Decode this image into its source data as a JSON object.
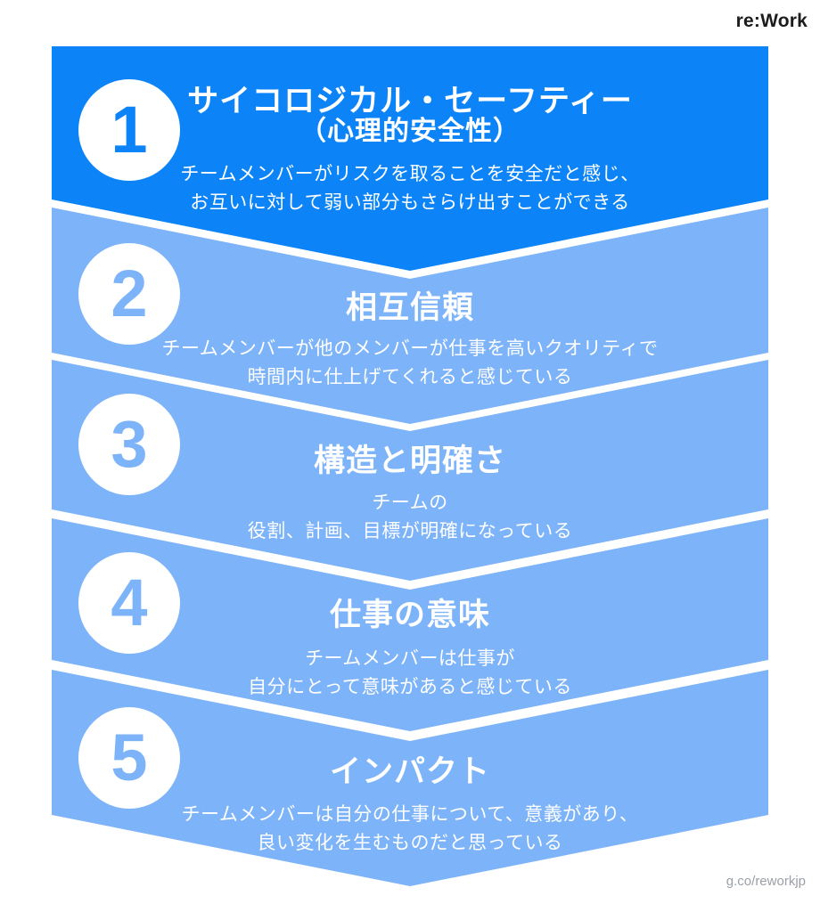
{
  "page": {
    "brand": "re:Work",
    "footer_link": "g.co/reworkjp"
  },
  "colors": {
    "primary": "#0c84f8",
    "secondary": "#7db3f8",
    "text_on_band": "#ffffff",
    "brand_text": "#1c1c1c",
    "footer_text": "#9aa0a6"
  },
  "steps": [
    {
      "number": "1",
      "title": "サイコロジカル・セーフティー",
      "subtitle": "（心理的安全性）",
      "description_lines": [
        "チームメンバーがリスクを取ることを安全だと感じ、",
        "お互いに対して弱い部分もさらけ出すことができる"
      ]
    },
    {
      "number": "2",
      "title": "相互信頼",
      "description_lines": [
        "チームメンバーが他のメンバーが仕事を高いクオリティで",
        "時間内に仕上げてくれると感じている"
      ]
    },
    {
      "number": "3",
      "title": "構造と明確さ",
      "description_lines": [
        "チームの",
        "役割、計画、目標が明確になっている"
      ]
    },
    {
      "number": "4",
      "title": "仕事の意味",
      "description_lines": [
        "チームメンバーは仕事が",
        "自分にとって意味があると感じている"
      ]
    },
    {
      "number": "5",
      "title": "インパクト",
      "description_lines": [
        "チームメンバーは自分の仕事について、意義があり、",
        "良い変化を生むものだと思っている"
      ]
    }
  ]
}
